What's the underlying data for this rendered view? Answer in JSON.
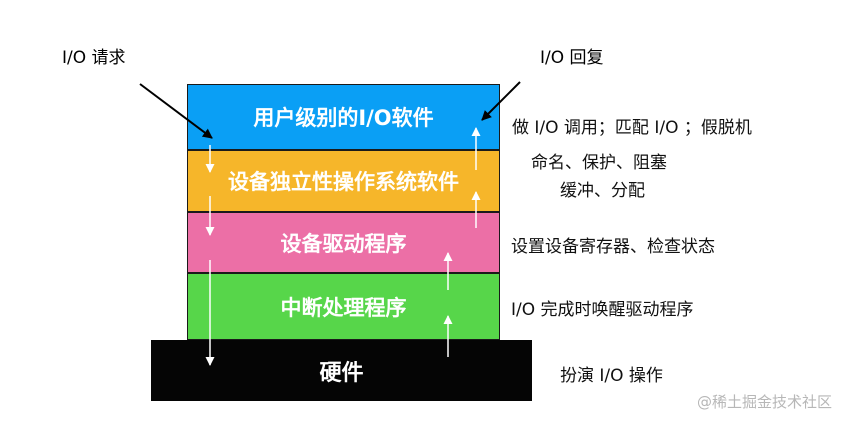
{
  "labels": {
    "io_request": "I/O 请求",
    "io_reply": "I/O 回复"
  },
  "layers": [
    {
      "label": "用户级别的I/O软件",
      "color": "#0a9ff5"
    },
    {
      "label": "设备独立性操作系统软件",
      "color": "#f6b62a"
    },
    {
      "label": "设备驱动程序",
      "color": "#ec6fa6"
    },
    {
      "label": "中断处理程序",
      "color": "#57d64a"
    },
    {
      "label": "硬件",
      "color": "#050505"
    }
  ],
  "notes": {
    "user_level": "做 I/O 调用；匹配 I/O ；假脱机",
    "device_independent_line1": "命名、保护、阻塞",
    "device_independent_line2": "缓冲、分配",
    "driver": "设置设备寄存器、检查状态",
    "interrupt": "I/O 完成时唤醒驱动程序",
    "hardware": "扮演 I/O 操作"
  },
  "watermark": "@稀土掘金技术社区"
}
